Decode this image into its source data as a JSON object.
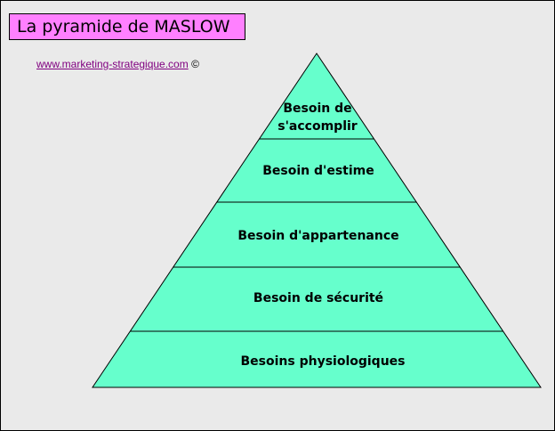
{
  "title": "La pyramide de MASLOW",
  "credit": {
    "link_text": "www.marketing-strategique.com",
    "symbol": "©"
  },
  "colors": {
    "background": "#eaeaea",
    "title_bg": "#ff80ff",
    "pyramid_fill": "#66ffcc",
    "link": "#800080"
  },
  "levels": [
    {
      "label_lines": [
        "Besoin de",
        "s'accomplir"
      ]
    },
    {
      "label_lines": [
        "Besoin d'estime"
      ]
    },
    {
      "label_lines": [
        "Besoin d'appartenance"
      ]
    },
    {
      "label_lines": [
        "Besoin de sécurité"
      ]
    },
    {
      "label_lines": [
        "Besoins physiologiques"
      ]
    }
  ]
}
